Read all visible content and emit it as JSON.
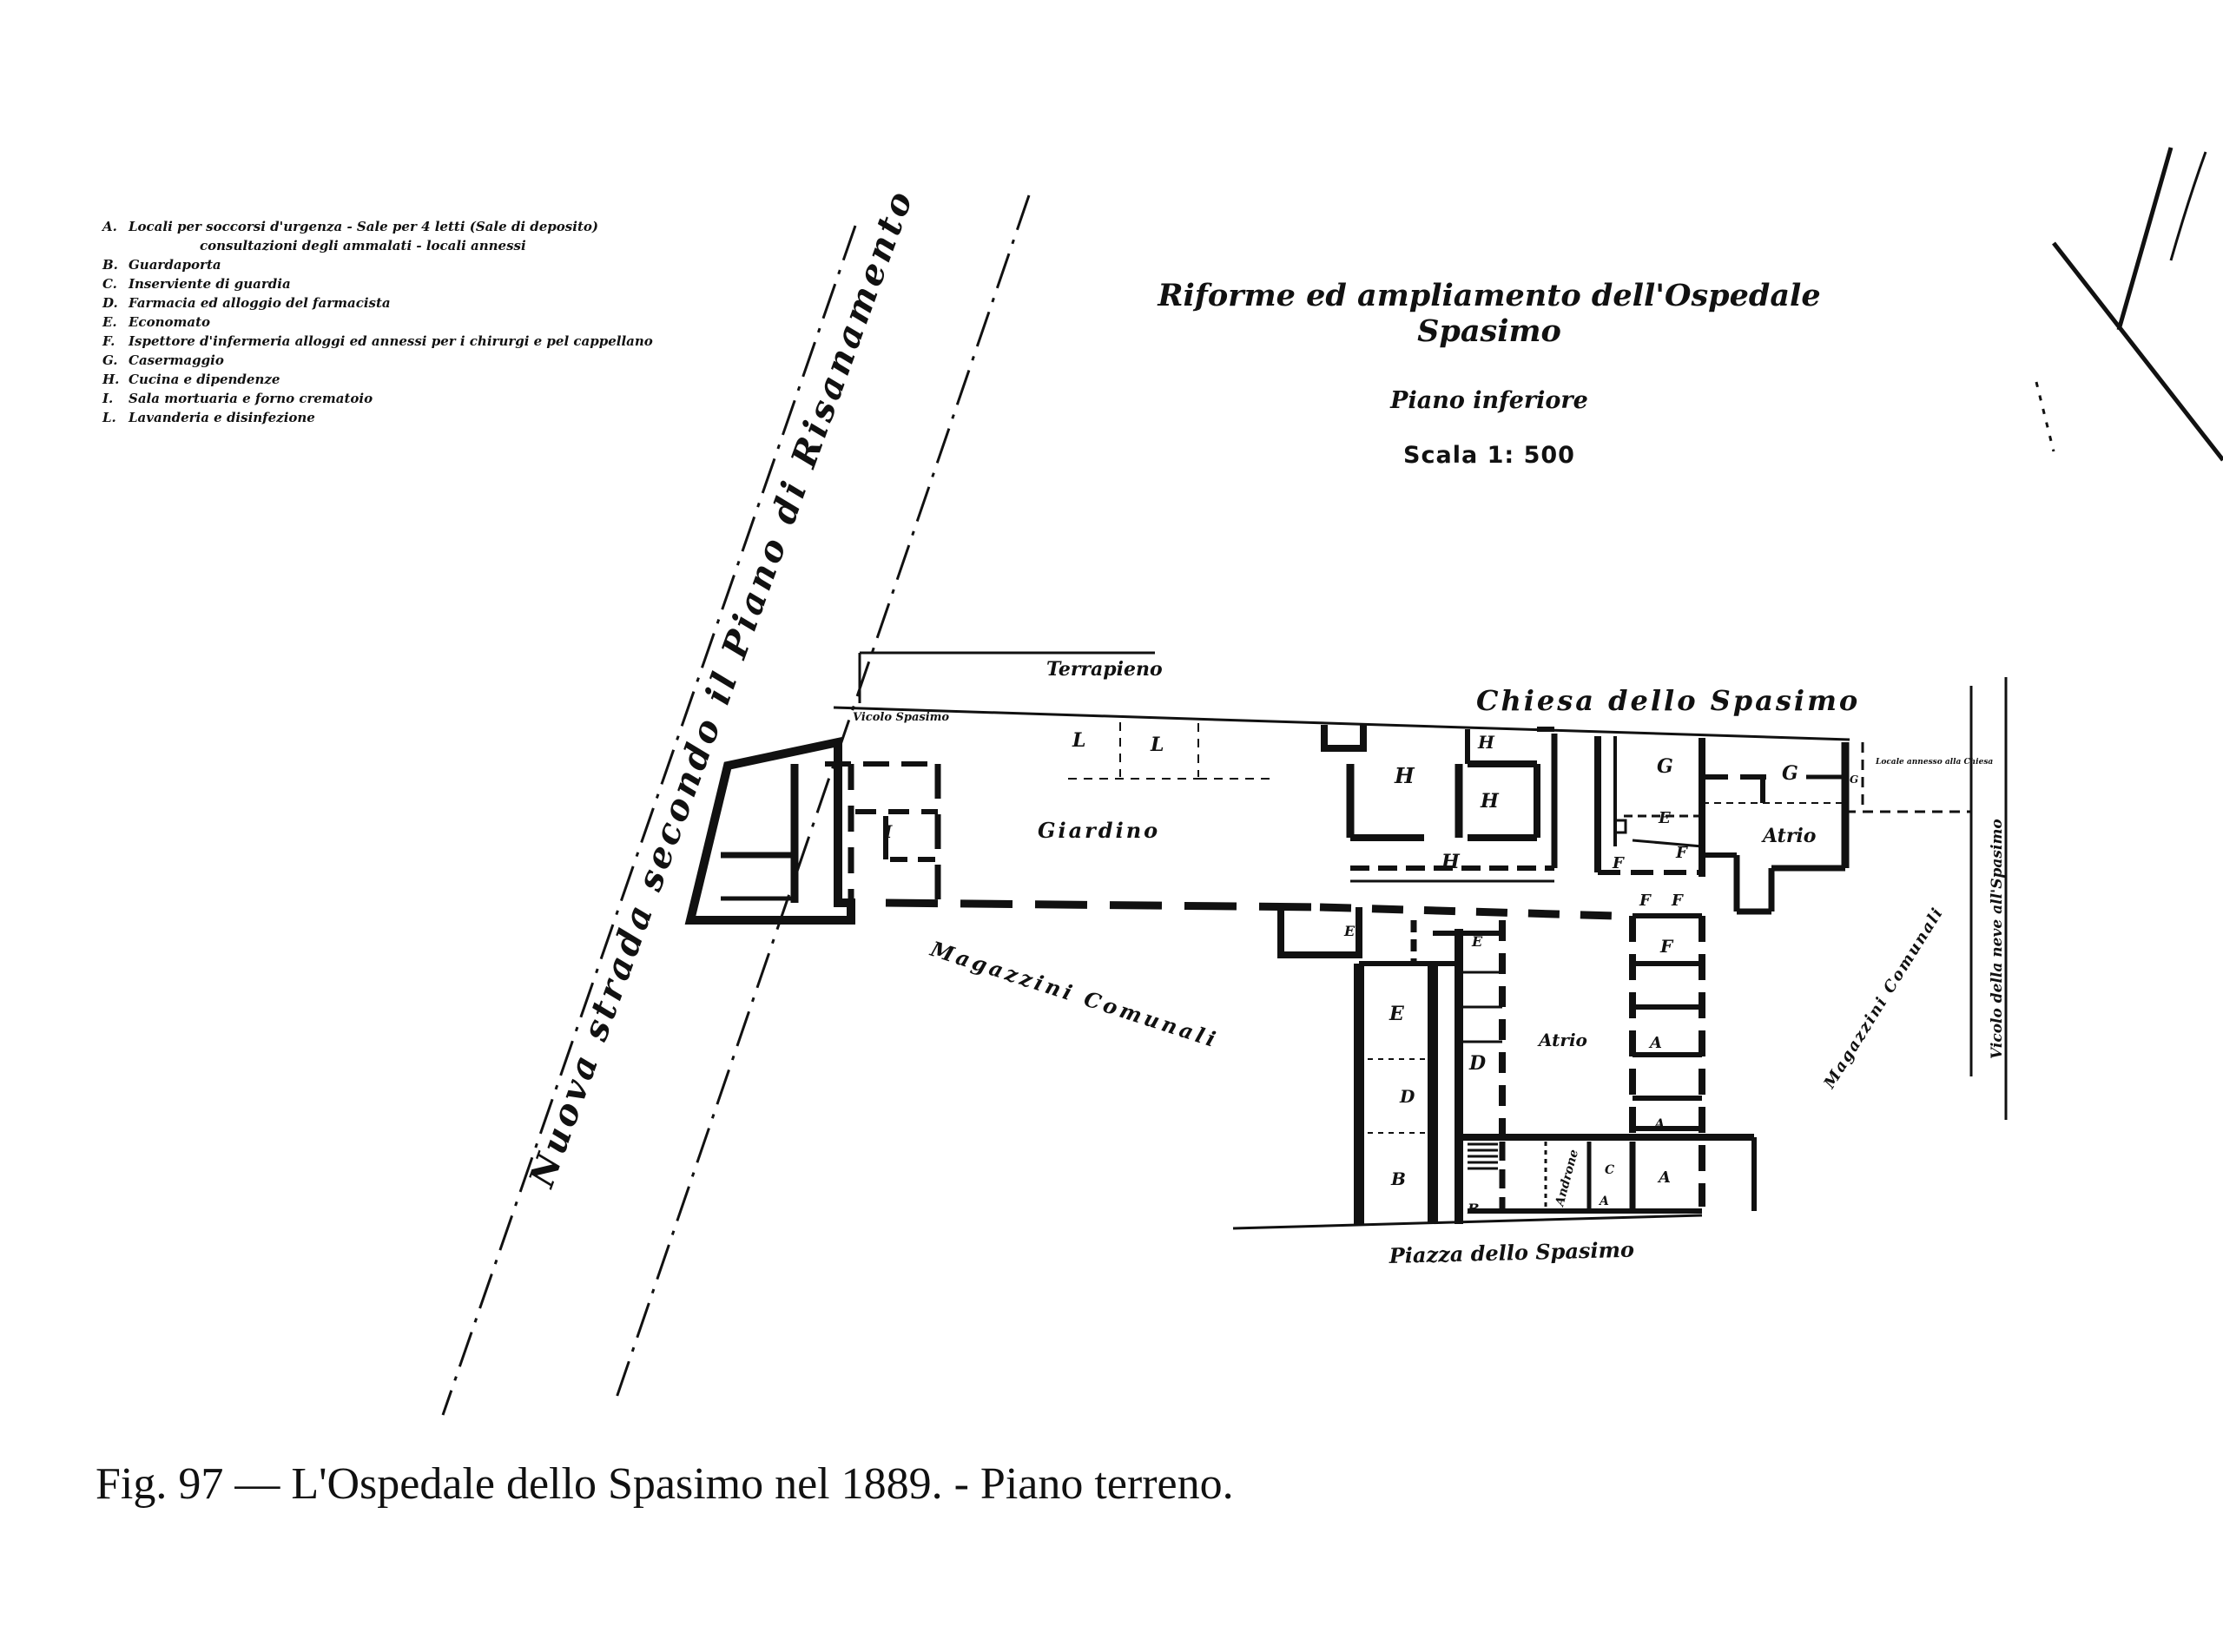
{
  "legend": [
    {
      "key": "A.",
      "text": "Locali per soccorsi d'urgenza - Sale per 4 letti (Sale di deposito)"
    },
    {
      "key": "",
      "text": "consultazioni degli ammalati - locali annessi"
    },
    {
      "key": "B.",
      "text": "Guardaporta"
    },
    {
      "key": "C.",
      "text": "Inserviente di guardia"
    },
    {
      "key": "D.",
      "text": "Farmacia ed alloggio del farmacista"
    },
    {
      "key": "E.",
      "text": "Economato"
    },
    {
      "key": "F.",
      "text": "Ispettore d'infermeria alloggi ed annessi per i chirurgi e pel cappellano"
    },
    {
      "key": "G.",
      "text": "Casermaggio"
    },
    {
      "key": "H.",
      "text": "Cucina e dipendenze"
    },
    {
      "key": "I.",
      "text": "Sala mortuaria e forno crematoio"
    },
    {
      "key": "L.",
      "text": "Lavanderia e disinfezione"
    }
  ],
  "title": {
    "main": "Riforme ed ampliamento dell'Ospedale Spasimo",
    "sub": "Piano inferiore",
    "scale": "Scala 1: 500"
  },
  "plan_labels": {
    "terrapieno": "Terrapieno",
    "chiesa": "Chiesa dello Spasimo",
    "vicolo_spasimo": "Vicolo Spasimo",
    "giardino": "Giardino",
    "magazzini_left": "Magazzini Comunali",
    "magazzini_right": "Magazzini Comunali",
    "atrio_upper": "Atrio",
    "atrio_lower": "Atrio",
    "piazza": "Piazza dello Spasimo",
    "vicolo_right": "Vicolo della neve all'Spasimo",
    "locale_annesso": "Locale annesso alla Chiesa",
    "androne": "Androne",
    "nuova_strada": "Nuova strada secondo il Piano di Risanamento",
    "room_L1": "L",
    "room_L2": "L",
    "room_I": "I",
    "room_H1": "H",
    "room_H2": "H",
    "room_H3": "H",
    "room_H4": "H",
    "room_G1": "G",
    "room_G2": "G",
    "room_G3": "G",
    "room_E1": "E",
    "room_E2": "E",
    "room_E3": "E",
    "room_E4": "E",
    "room_F1": "F",
    "room_F2": "F",
    "room_F3": "F",
    "room_F4": "F",
    "room_F5": "F",
    "room_D1": "D",
    "room_D2": "D",
    "room_B1": "B",
    "room_B2": "B",
    "room_A1": "A",
    "room_A2": "A",
    "room_A3": "A",
    "room_A4": "A",
    "room_C": "C"
  },
  "caption": "Fig. 97 — L'Ospedale dello Spasimo nel 1889. - Piano terreno."
}
